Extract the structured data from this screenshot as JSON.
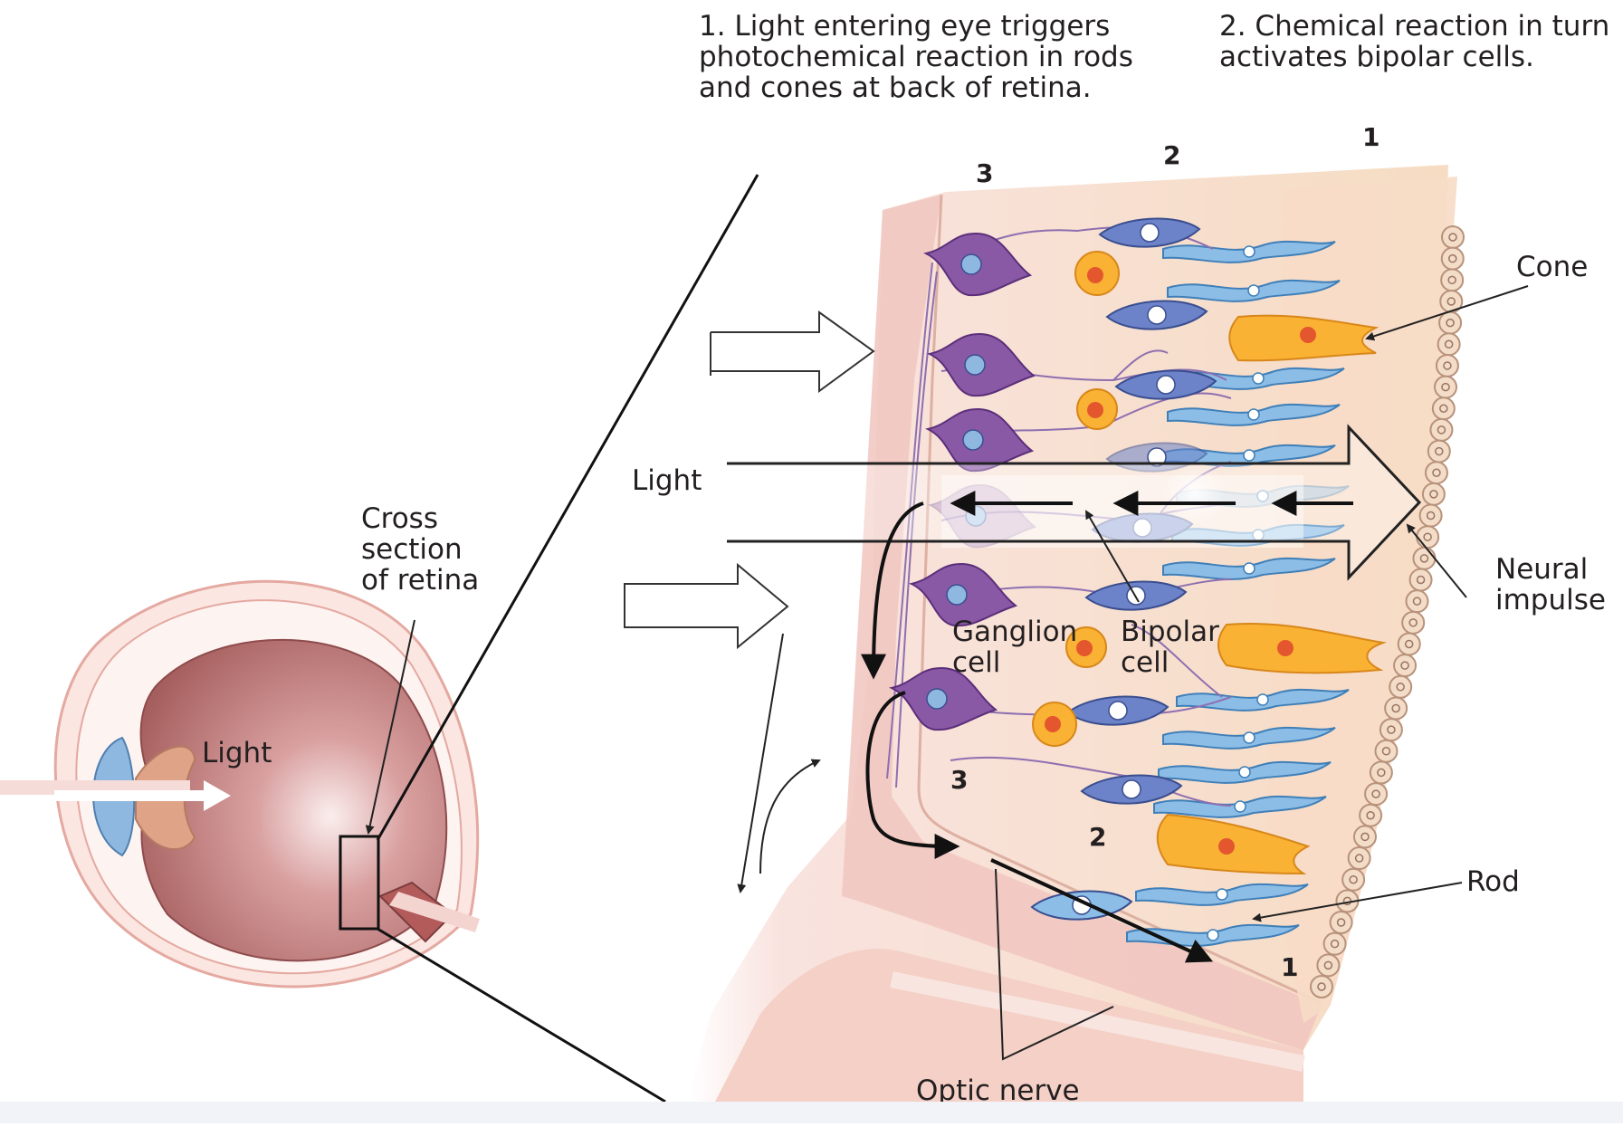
{
  "captions": {
    "step1": "1. Light entering eye triggers\nphotochemical reaction in rods\nand cones at back of retina.",
    "step2": "2. Chemical reaction in turn\nactivates bipolar cells."
  },
  "labels": {
    "light_eye": "Light",
    "cross_section": "Cross\nsection\nof retina",
    "light_retina": "Light",
    "ganglion": "Ganglion\ncell",
    "bipolar": "Bipolar\ncell",
    "cone": "Cone",
    "neural_impulse": "Neural\nimpulse",
    "rod": "Rod",
    "optic_nerve": "Optic nerve"
  },
  "layer_numbers": {
    "top_3": "3",
    "top_2": "2",
    "top_1": "1",
    "bottom_3": "3",
    "bottom_2": "2",
    "bottom_1": "1"
  },
  "colors": {
    "retina_tissue": "#f5dcc4",
    "retina_edge": "#e9b7ab",
    "eyeball": "#b26a6a",
    "lens": "#8fb8e0",
    "rod": "#8cbde6",
    "cone": "#f9b233",
    "bipolar": "#6d83c9",
    "ganglion": "#8a59a6",
    "nucleus_red": "#e4572e"
  }
}
